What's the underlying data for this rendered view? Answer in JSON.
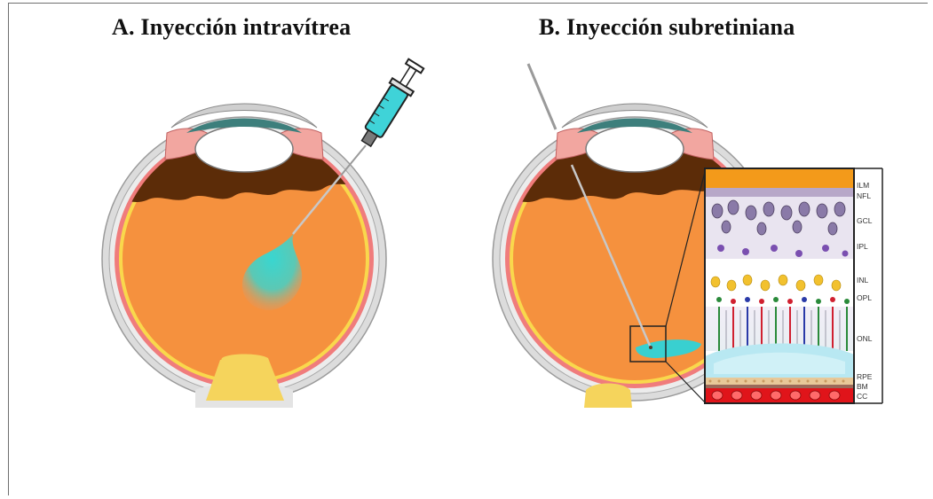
{
  "panel_a": {
    "title": "A. Inyección intravítrea"
  },
  "panel_b": {
    "title": "B. Inyección subretiniana",
    "retina_layers": [
      "ILM",
      "NFL",
      "GCL",
      "IPL",
      "INL",
      "OPL",
      "ONL",
      "RPE",
      "BM",
      "CC"
    ]
  },
  "colors": {
    "vitreous": "#f5913e",
    "choroid_band": "#5c2c08",
    "sclera": "#dcdcdc",
    "retina_line": "#f07c7c",
    "yellow_layer": "#f9d84c",
    "cornea": "#3d7f7c",
    "injection_fluid": "#39d0d0",
    "optic_nerve": "#f5d45c",
    "inset_top": "#f39a1a",
    "inset_bottom": "#e0141a"
  }
}
